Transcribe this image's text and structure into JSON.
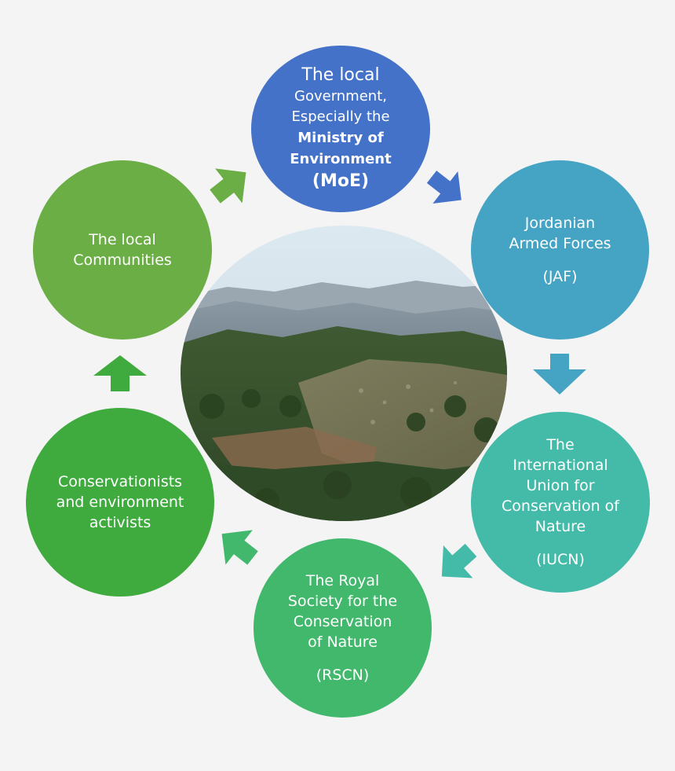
{
  "nodes": {
    "moe": {
      "line1": "The local",
      "line2": "Government,",
      "line3": "Especially the",
      "line4": "Ministry of",
      "line5": "Environment",
      "line6": "(MoE)",
      "color": "#4472c8"
    },
    "jaf": {
      "line1": "Jordanian",
      "line2": "Armed Forces",
      "abbr": "(JAF)",
      "color": "#45a3c4"
    },
    "iucn": {
      "line1": "The",
      "line2": "International",
      "line3": "Union for",
      "line4": "Conservation of",
      "line5": "Nature",
      "abbr": "(IUCN)",
      "color": "#43bba8"
    },
    "rscn": {
      "line1": "The Royal",
      "line2": "Society for the",
      "line3": "Conservation",
      "line4": "of Nature",
      "abbr": "(RSCN)",
      "color": "#41b86c"
    },
    "conservationists": {
      "line1": "Conservationists",
      "line2": "and environment",
      "line3": "activists",
      "color": "#3fab3e"
    },
    "local_communities": {
      "line1": "The local",
      "line2": "Communities",
      "color": "#6aae45"
    }
  },
  "arrows": {
    "moe_to_jaf": "#4472c8",
    "jaf_to_iucn": "#45a3c4",
    "iucn_to_rscn": "#43bba8",
    "rscn_to_conservationists": "#41b86c",
    "conservationists_to_local": "#3fab3e",
    "local_to_moe": "#6aae45"
  },
  "center_image": "forested-hills-landscape-photo"
}
